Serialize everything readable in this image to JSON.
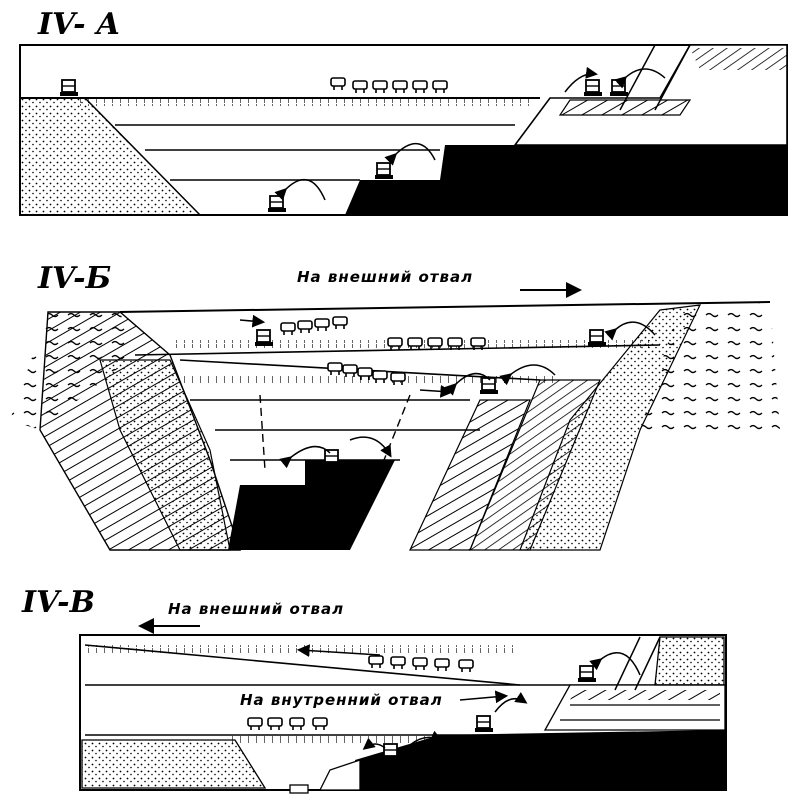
{
  "panels": [
    {
      "id": "A",
      "title": "IV- А"
    },
    {
      "id": "B",
      "title": "IV-Б",
      "label_external": "На внешний отвал"
    },
    {
      "id": "C",
      "title": "IV-В",
      "label_external": "На внешний отвал",
      "label_internal": "На внутренний отвал"
    }
  ],
  "colors": {
    "ink": "#000000",
    "paper": "#ffffff"
  },
  "icons": [
    "excavator-icon",
    "railcar-icon",
    "swing-arrow-icon",
    "direction-arrow-icon"
  ]
}
